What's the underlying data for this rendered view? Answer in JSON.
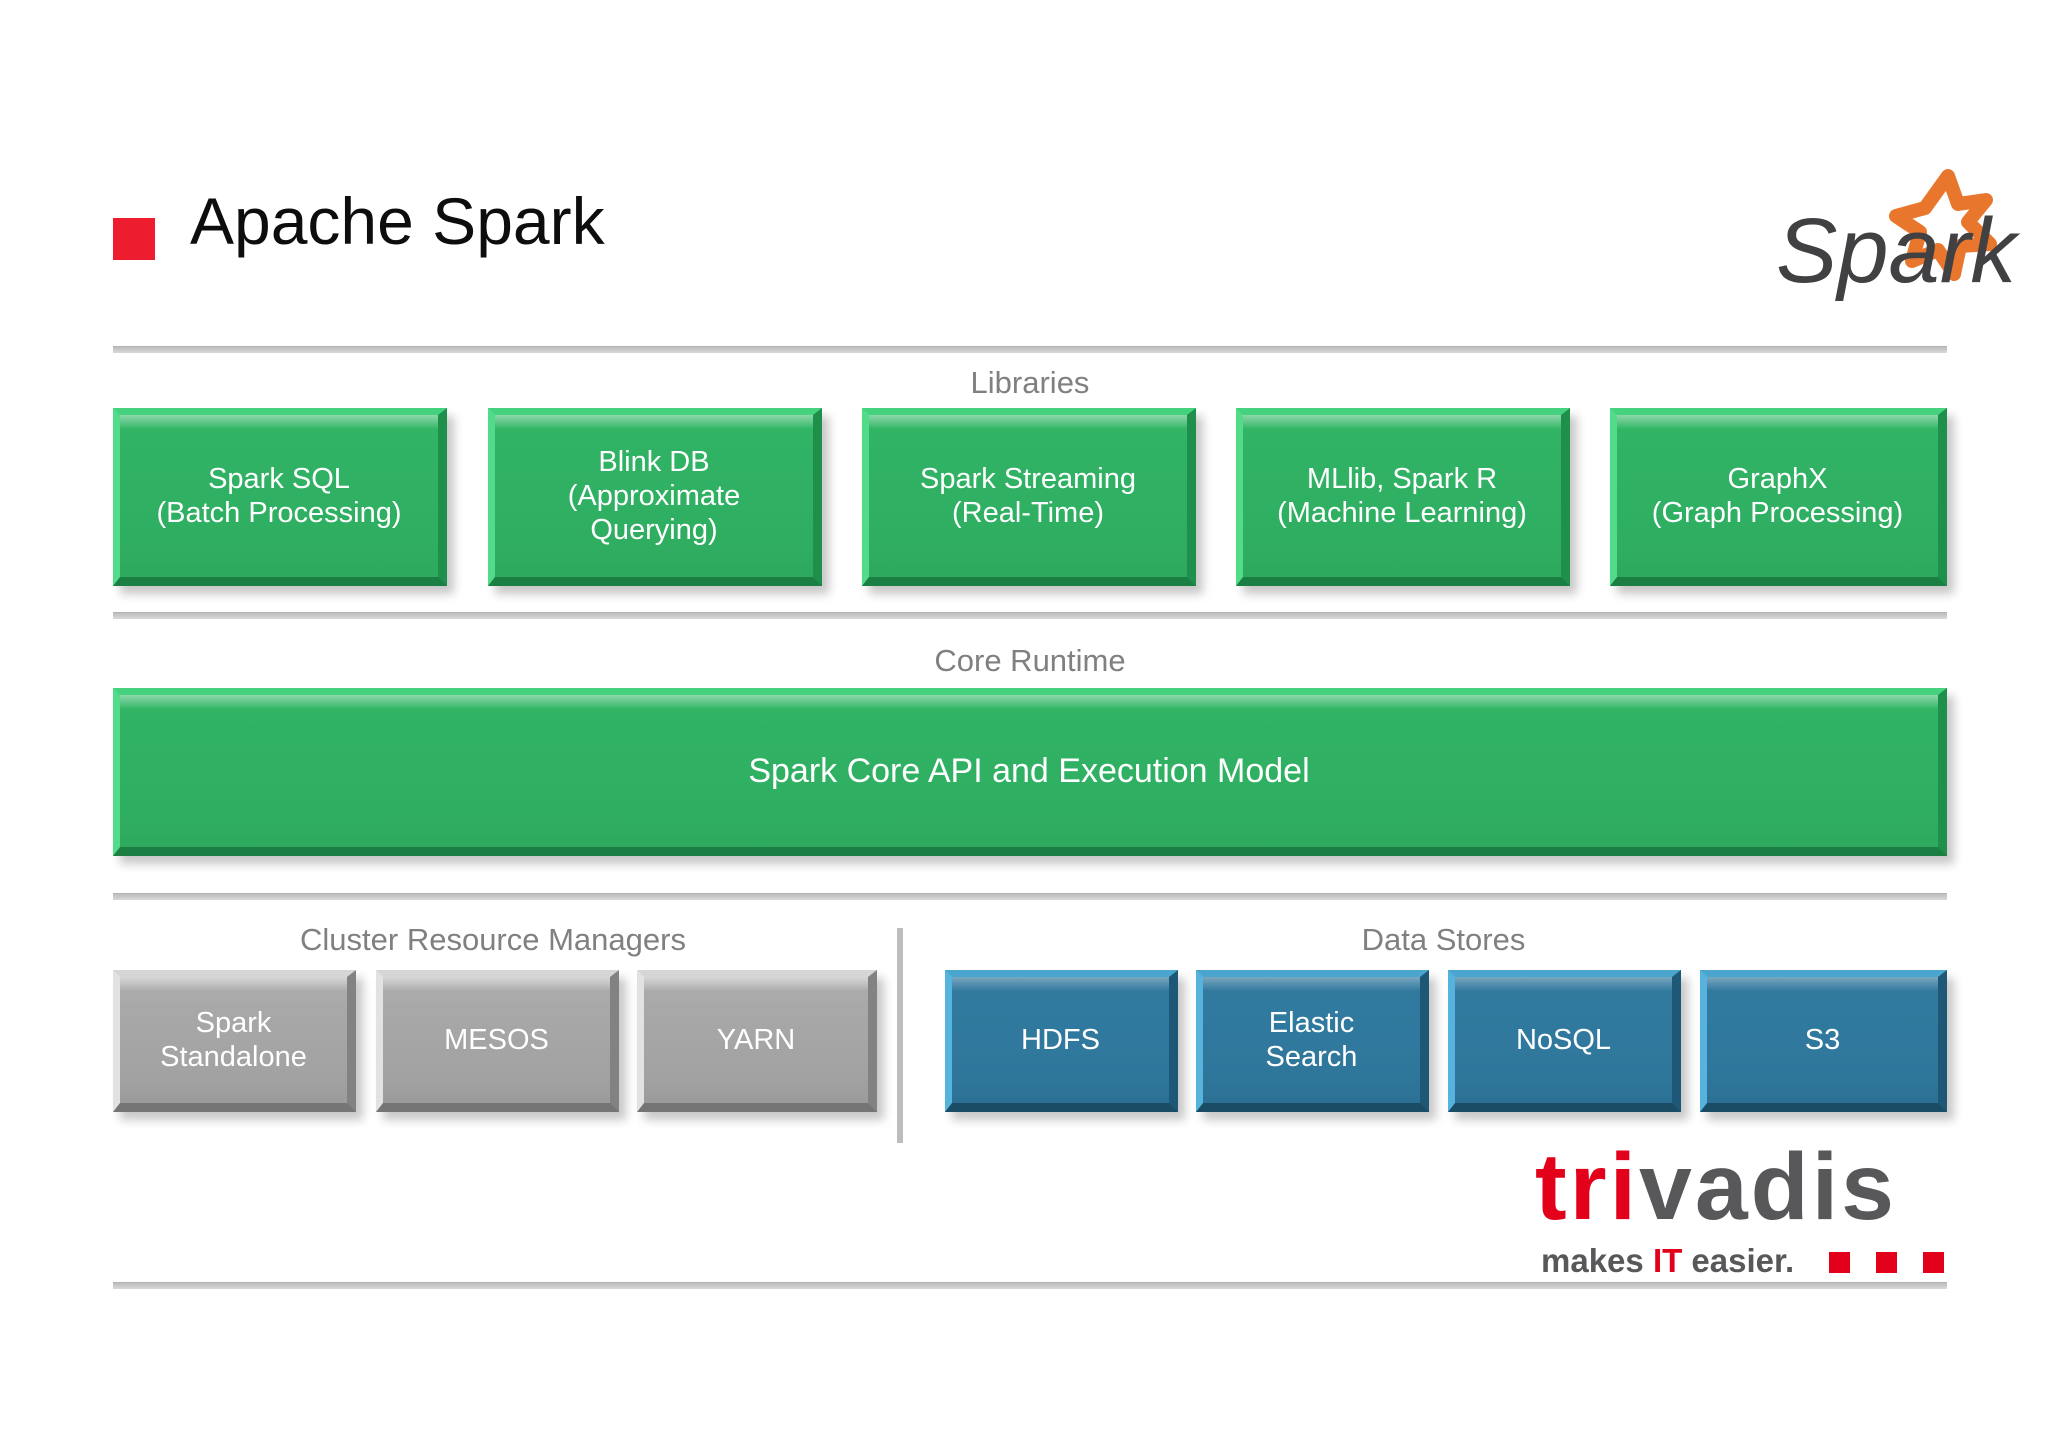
{
  "slide": {
    "title": "Apache Spark",
    "bullet_color": "#ed1c2e",
    "background": "#ffffff"
  },
  "brand_logo": {
    "name": "spark-logo",
    "wordmark": "Spark",
    "text_color": "#414042",
    "star_color": "#e8762d"
  },
  "sections": {
    "libraries": {
      "label": "Libraries",
      "label_color": "#808080"
    },
    "core": {
      "label": "Core Runtime",
      "label_color": "#808080"
    },
    "cluster_resource_managers": {
      "label": "Cluster Resource Managers",
      "label_color": "#808080"
    },
    "data_stores": {
      "label": "Data Stores",
      "label_color": "#808080"
    }
  },
  "colors": {
    "green": "#2fae61",
    "gray": "#a6a6a6",
    "blue": "#2f769b",
    "divider": "#bfbfbf",
    "red": "#e3001b"
  },
  "libraries": [
    {
      "name": "spark-sql",
      "text": "Spark SQL\n(Batch Processing)"
    },
    {
      "name": "blink-db",
      "text": "Blink DB\n(Approximate\nQuerying)"
    },
    {
      "name": "spark-streaming",
      "text": "Spark Streaming\n(Real-Time)"
    },
    {
      "name": "mllib-spark-r",
      "text": "MLlib, Spark R\n(Machine Learning)"
    },
    {
      "name": "graphx",
      "text": "GraphX\n(Graph Processing)"
    }
  ],
  "core_runtime": {
    "name": "spark-core-api",
    "text": "Spark Core API and Execution Model"
  },
  "cluster_resource_managers": [
    {
      "name": "spark-standalone",
      "text": "Spark\nStandalone"
    },
    {
      "name": "mesos",
      "text": "MESOS"
    },
    {
      "name": "yarn",
      "text": "YARN"
    }
  ],
  "data_stores": [
    {
      "name": "hdfs",
      "text": "HDFS"
    },
    {
      "name": "elastic-search",
      "text": "Elastic\nSearch"
    },
    {
      "name": "nosql",
      "text": "NoSQL"
    },
    {
      "name": "s3",
      "text": "S3"
    }
  ],
  "footer_logo": {
    "name": "trivadis-logo",
    "part_red": "tri",
    "part_gray": "vadis",
    "tagline_pre": "makes ",
    "tagline_it": "IT",
    "tagline_post": " easier.",
    "dot_count": 3
  }
}
